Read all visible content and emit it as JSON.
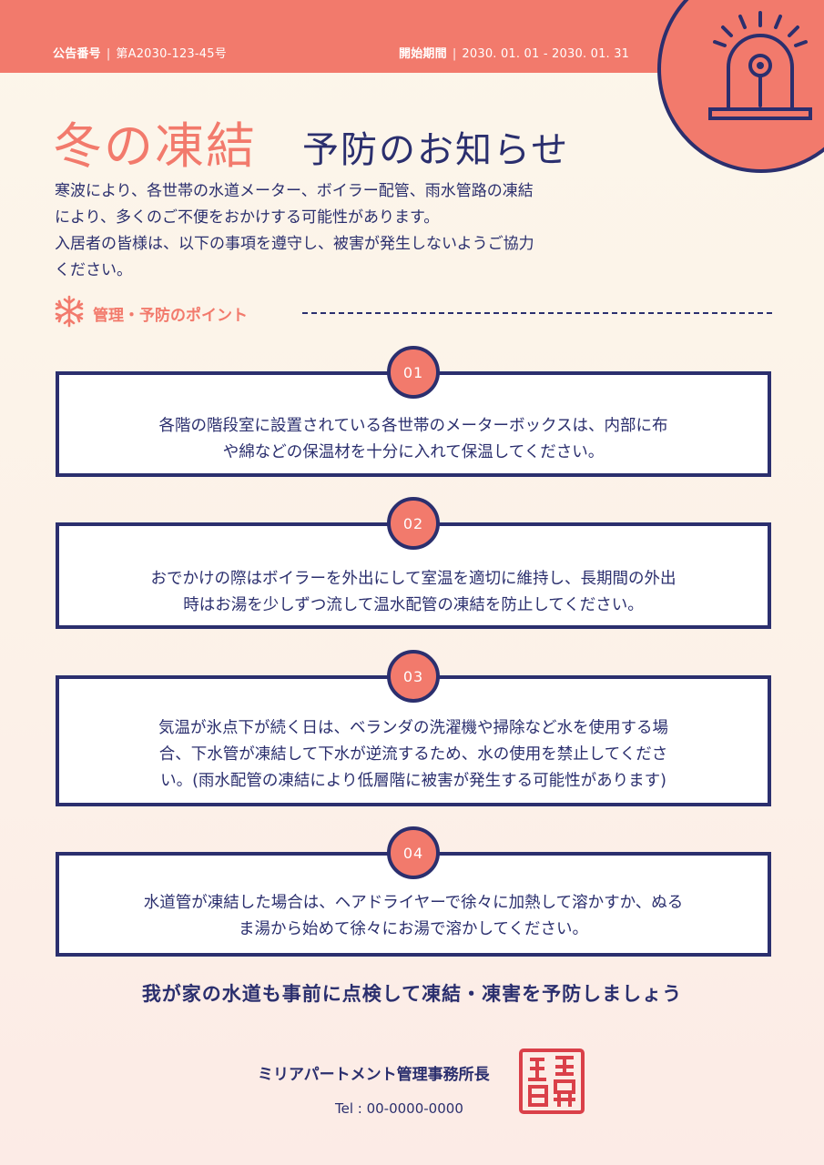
{
  "header": {
    "notice_label": "公告番号",
    "notice_value": "第A2030-123-45号",
    "period_label": "開始期間",
    "period_value": "2030. 01. 01 - 2030. 01. 31"
  },
  "badge": {
    "icon": "alarm-siren-icon"
  },
  "title": {
    "main": "冬の凍結",
    "sub": "予防のお知らせ"
  },
  "intro": {
    "lines": [
      "寒波により、各世帯の水道メーター、ボイラー配管、雨水管路の凍結",
      "により、多くのご不便をおかけする可能性があります。",
      "入居者の皆様は、以下の事項を遵守し、被害が発生しないようご協力",
      "ください。"
    ]
  },
  "points_section": {
    "label": "管理・予防のポイント",
    "icon": "snowflake-icon"
  },
  "points": [
    {
      "number": "01",
      "lines": [
        "各階の階段室に設置されている各世帯のメーターボックスは、内部に布",
        "や綿などの保温材を十分に入れて保温してください。"
      ]
    },
    {
      "number": "02",
      "lines": [
        "おでかけの際はボイラーを外出にして室温を適切に維持し、長期間の外出",
        "時はお湯を少しずつ流して温水配管の凍結を防止してください。"
      ]
    },
    {
      "number": "03",
      "lines": [
        "気温が氷点下が続く日は、ベランダの洗濯機や掃除など水を使用する場",
        "合、下水管が凍結して下水が逆流するため、水の使用を禁止してくださ",
        "い。(雨水配管の凍結により低層階に被害が発生する可能性があります)"
      ]
    },
    {
      "number": "04",
      "lines": [
        "水道管が凍結した場合は、ヘアドライヤーで徐々に加熱して溶かすか、ぬる",
        "ま湯から始めて徐々にお湯で溶かしてください。"
      ]
    }
  ],
  "slogan": "我が家の水道も事前に点検して凍結・凍害を予防しましょう",
  "footer": {
    "office": "ミリアパートメント管理事務所長",
    "tel": "Tel : 00-0000-0000",
    "seal_icon": "red-seal-stamp"
  },
  "colors": {
    "accent": "#f27a6c",
    "navy": "#2b2f6e",
    "background": "#fcf6ea"
  }
}
